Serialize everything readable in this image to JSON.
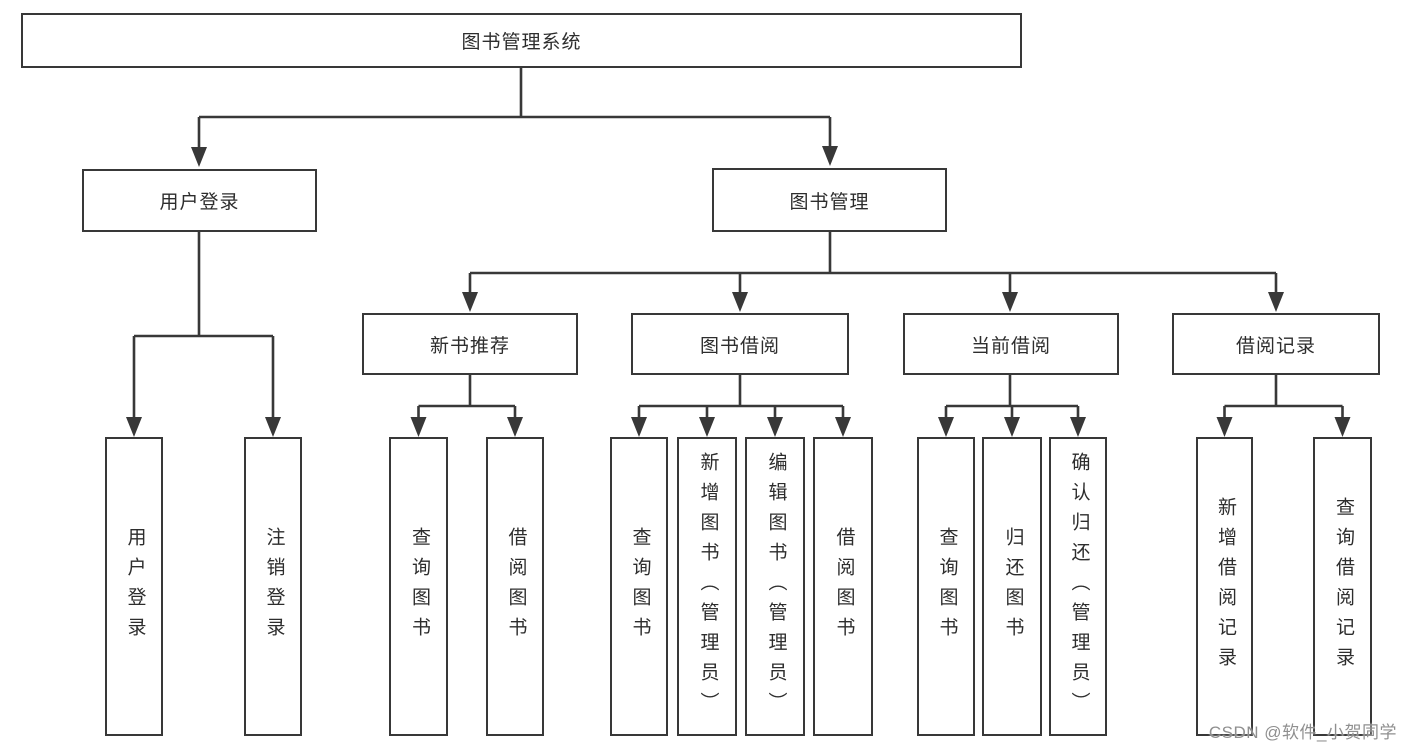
{
  "diagram": {
    "type": "tree",
    "root": {
      "id": "system",
      "label": "图书管理系统"
    },
    "branches": [
      {
        "id": "user-login",
        "label": "用户登录",
        "children": [
          {
            "label": "用户登录"
          },
          {
            "label": "注销登录"
          }
        ]
      },
      {
        "id": "book-management",
        "label": "图书管理",
        "children": [
          {
            "label": "新书推荐",
            "children": [
              {
                "label": "查询图书"
              },
              {
                "label": "借阅图书"
              }
            ]
          },
          {
            "label": "图书借阅",
            "children": [
              {
                "label": "查询图书"
              },
              {
                "label": "新增图书（管理员）"
              },
              {
                "label": "编辑图书（管理员）"
              },
              {
                "label": "借阅图书"
              }
            ]
          },
          {
            "label": "当前借阅",
            "children": [
              {
                "label": "查询图书"
              },
              {
                "label": "归还图书"
              },
              {
                "label": "确认归还（管理员）"
              }
            ]
          },
          {
            "label": "借阅记录",
            "children": [
              {
                "label": "新增借阅记录"
              },
              {
                "label": "查询借阅记录"
              }
            ]
          }
        ]
      }
    ]
  },
  "watermark": {
    "text": "CSDN @软件_小贺同学"
  },
  "colors": {
    "line": "#383838",
    "box_border": "#383838",
    "text": "#2d2d2d",
    "watermark": "#8f8f8f",
    "background": "#ffffff"
  }
}
